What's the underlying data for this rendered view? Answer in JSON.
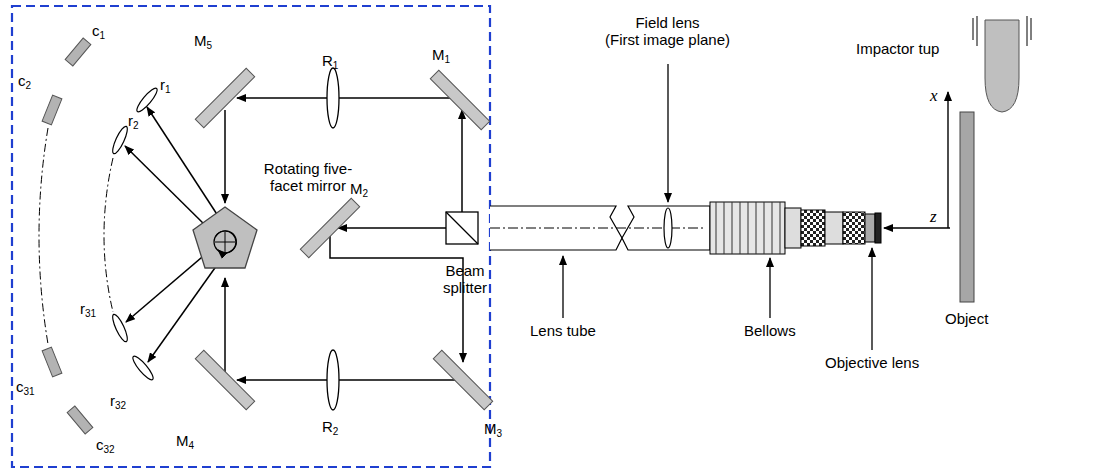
{
  "diagram": {
    "labels": [
      "M5",
      "R1",
      "M1",
      "c1",
      "r1",
      "c2",
      "r2",
      "Rotating five-facet mirror",
      "M2",
      "Beam splitter",
      "r31",
      "c31",
      "r32",
      "c32",
      "M4",
      "R2",
      "M3",
      "Field lens (First image plane)",
      "Lens tube",
      "Bellows",
      "Objective lens",
      "Object",
      "Impactor tup",
      "x",
      "z"
    ]
  }
}
